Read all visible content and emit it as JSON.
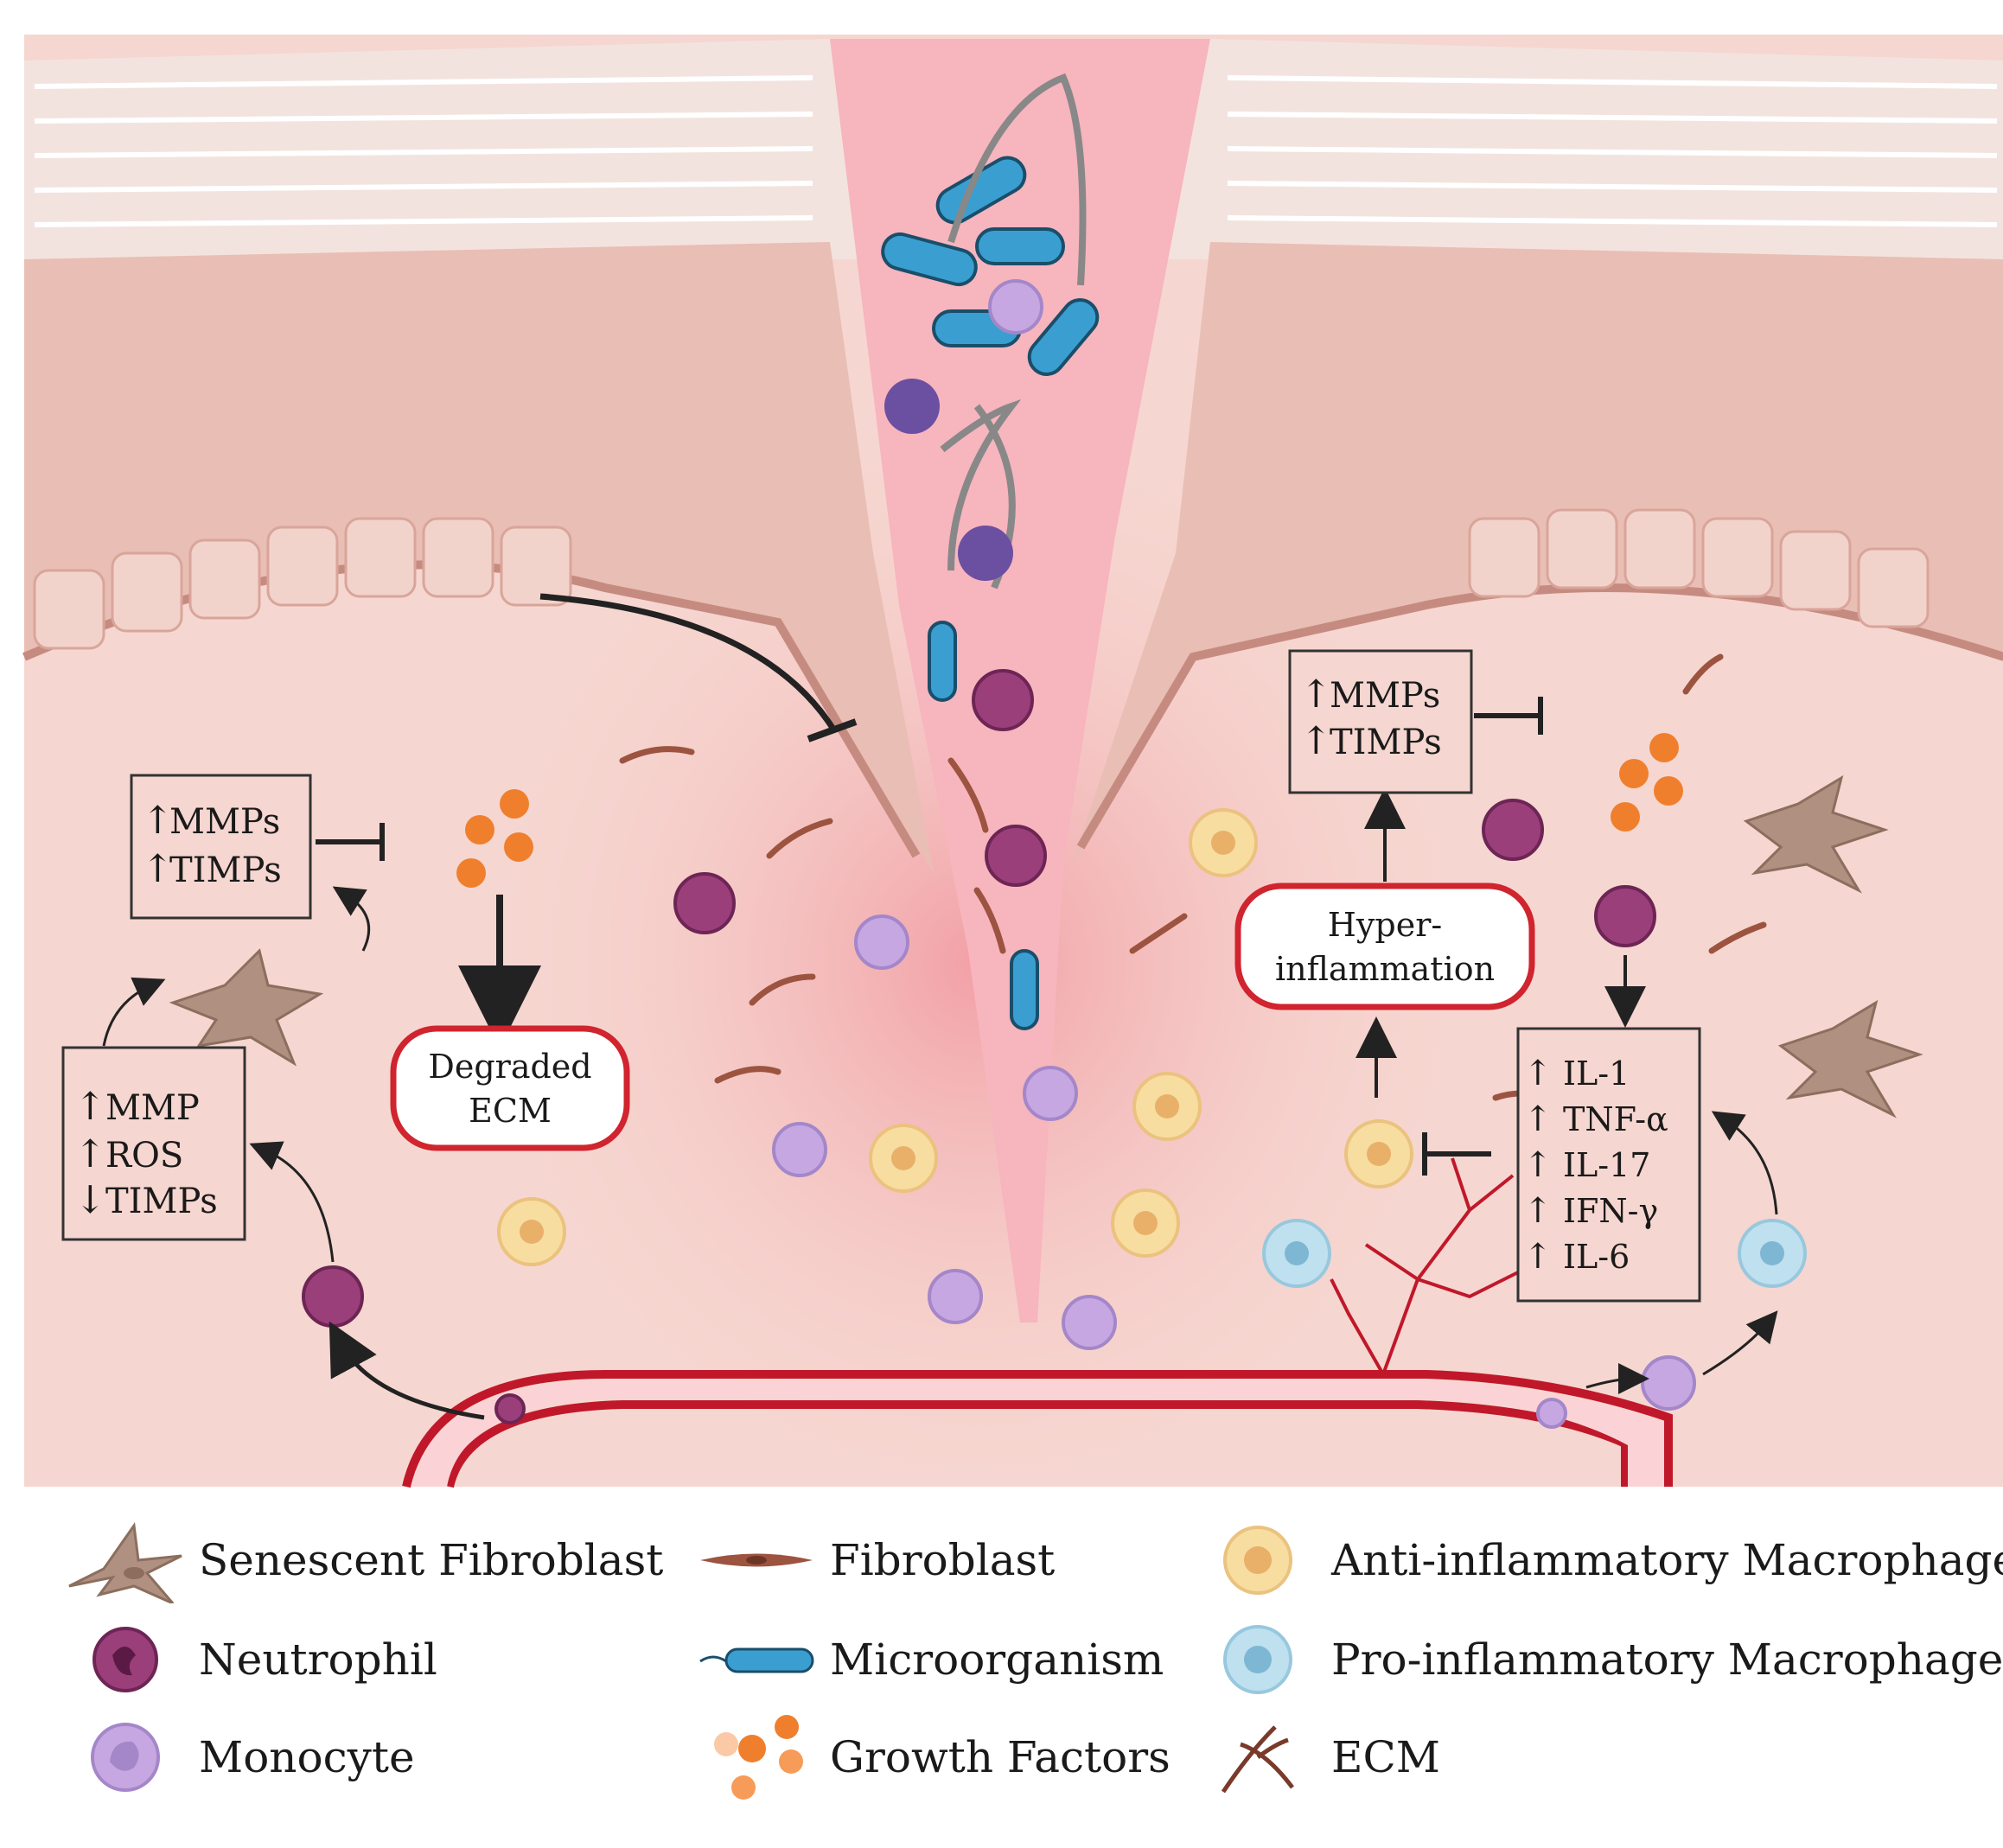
{
  "boxes": {
    "left_top": {
      "lines": [
        "MMPs",
        "TIMPs"
      ],
      "arrows": [
        "up",
        "up"
      ]
    },
    "left_bottom": {
      "lines": [
        "MMP",
        "ROS",
        "TIMPs"
      ],
      "arrows": [
        "up",
        "up",
        "down"
      ]
    },
    "right_top": {
      "lines": [
        "MMPs",
        "TIMPs"
      ],
      "arrows": [
        "up",
        "up"
      ]
    },
    "right_cytokines": {
      "lines": [
        "IL-1",
        "TNF-α",
        "IL-17",
        "IFN-γ",
        "IL-6"
      ],
      "arrows": [
        "up",
        "up",
        "up",
        "up",
        "up"
      ]
    }
  },
  "outcomes": {
    "degraded_ecm": {
      "line1": "Degraded",
      "line2": "ECM"
    },
    "hyperinflammation": {
      "line1": "Hyper-",
      "line2": "inflammation"
    }
  },
  "legend": [
    {
      "icon": "senescent-fibroblast",
      "label": "Senescent Fibroblast"
    },
    {
      "icon": "fibroblast",
      "label": "Fibroblast"
    },
    {
      "icon": "anti-inflammatory-macrophage",
      "label": "Anti-inflammatory Macrophage"
    },
    {
      "icon": "neutrophil",
      "label": "Neutrophil"
    },
    {
      "icon": "microorganism",
      "label": "Microorganism"
    },
    {
      "icon": "pro-inflammatory-macrophage",
      "label": "Pro-inflammatory Macrophage"
    },
    {
      "icon": "monocyte",
      "label": "Monocyte"
    },
    {
      "icon": "growth-factors",
      "label": "Growth Factors"
    },
    {
      "icon": "ecm",
      "label": "ECM"
    }
  ],
  "colors": {
    "dermis": "#f6d6d0",
    "epidermis": "#e9beb4",
    "stratum_corneum": "#f3e3de",
    "wound": "#f7b5be",
    "vessel": "#c0182a",
    "neutrophil": "#9b3f7a",
    "monocyte": "#c7a7e2",
    "anti_macrophage": "#f7dda0",
    "pro_macrophage": "#bfe0ee",
    "microorganism": "#3a9fd0",
    "growth_factor": "#f07f2d",
    "fibroblast": "#9c5440",
    "senescent_fibroblast": "#b09080",
    "outcome_border": "#d0242e"
  }
}
